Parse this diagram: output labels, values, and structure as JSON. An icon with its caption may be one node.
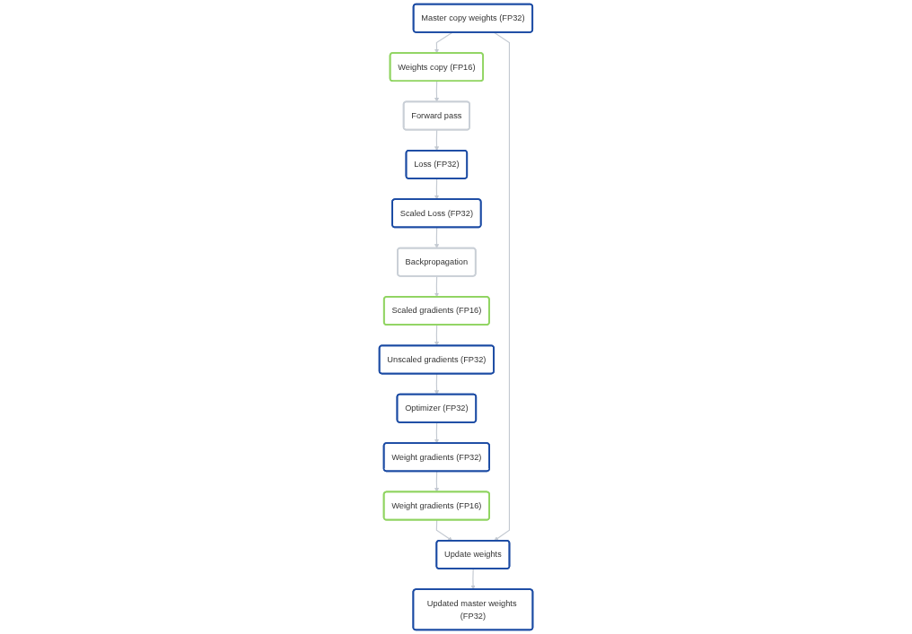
{
  "diagram": {
    "nodes": [
      {
        "text": [
          "Forward pass"
        ]
      },
      {
        "text": [
          "Loss (FP32)"
        ]
      },
      {
        "text": [
          "Scaled Loss (FP32)"
        ]
      },
      {
        "text": [
          "Backpropagation"
        ]
      },
      {
        "text": [
          "Scaled gradients (FP16)"
        ]
      },
      {
        "text": [
          "Unscaled gradients (FP32)"
        ]
      },
      {
        "text": [
          "Optimizer (FP32)"
        ]
      },
      {
        "text": [
          "Weight gradients (FP32)"
        ]
      },
      {
        "text": [
          "Weight gradients (FP16)"
        ]
      },
      {
        "text": [
          "Update weights"
        ]
      },
      {
        "text": [
          "Updated master weights (FP32)"
        ]
      },
      {
        "text": [
          "Master copy weights (FP32)"
        ]
      },
      {
        "text": [
          "Weights copy (FP16)"
        ]
      }
    ],
    "edges": [
      {
        "from": 0,
        "to": 1,
        "arrow": "to"
      },
      {
        "from": 1,
        "to": 2,
        "arrow": "to"
      },
      {
        "from": 2,
        "to": 3,
        "arrow": "to"
      },
      {
        "from": 3,
        "to": 4,
        "arrow": "to"
      },
      {
        "from": 4,
        "to": 5,
        "arrow": "to"
      },
      {
        "from": 5,
        "to": 6,
        "arrow": "to"
      },
      {
        "from": 6,
        "to": 7,
        "arrow": "to"
      },
      {
        "from": 7,
        "to": 8,
        "arrow": "to"
      },
      {
        "from": 8,
        "to": 9,
        "arrow": "to"
      },
      {
        "from": 9,
        "to": 10,
        "arrow": "to"
      },
      {
        "from": 11,
        "to": 9,
        "arrow": "to"
      },
      {
        "from": 11,
        "to": 12,
        "arrow": "to"
      },
      {
        "from": 12,
        "to": 0,
        "arrow": "to"
      }
    ]
  }
}
